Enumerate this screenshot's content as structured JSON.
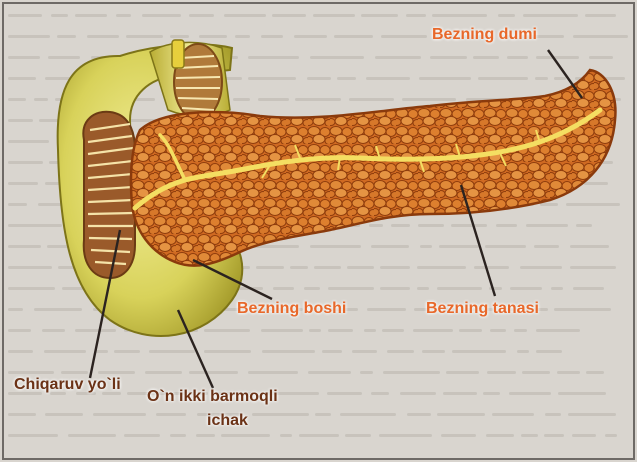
{
  "diagram": {
    "labels": {
      "tail": "Bezning dumi",
      "head": "Bezning boshi",
      "body": "Bezning tanasi",
      "duct": "Chiqaruv yo`li",
      "duodenum_line1": "O`n  ikki barmoqli",
      "duodenum_line2": "ichak"
    },
    "colors": {
      "label_orange": "#e8682a",
      "label_dark": "#6b3216",
      "gland": "#d9762a",
      "gland_dark": "#9c4410",
      "intestine": "#d7d25a",
      "duct": "#f2dc5a"
    }
  }
}
